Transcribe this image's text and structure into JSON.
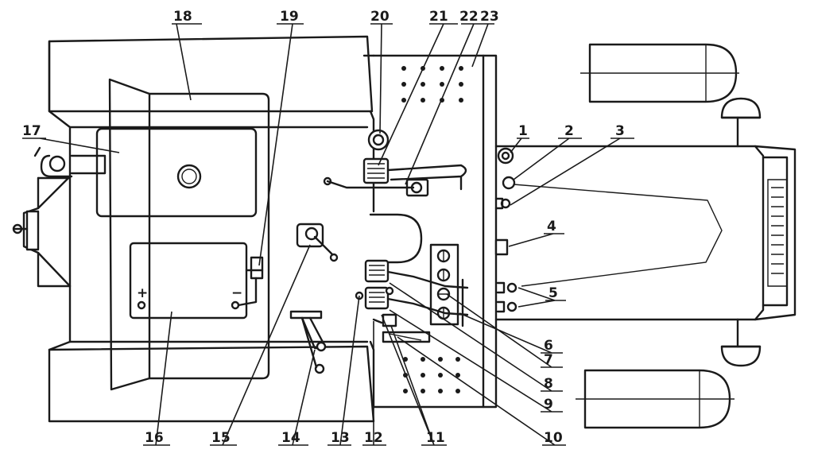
{
  "diagram": {
    "callouts": [
      {
        "id": "c1",
        "label": "1"
      },
      {
        "id": "c2",
        "label": "2"
      },
      {
        "id": "c3",
        "label": "3"
      },
      {
        "id": "c4",
        "label": "4"
      },
      {
        "id": "c5",
        "label": "5"
      },
      {
        "id": "c6",
        "label": "6"
      },
      {
        "id": "c7",
        "label": "7"
      },
      {
        "id": "c8",
        "label": "8"
      },
      {
        "id": "c9",
        "label": "9"
      },
      {
        "id": "c10",
        "label": "10"
      },
      {
        "id": "c11",
        "label": "11"
      },
      {
        "id": "c12",
        "label": "12"
      },
      {
        "id": "c13",
        "label": "13"
      },
      {
        "id": "c14",
        "label": "14"
      },
      {
        "id": "c15",
        "label": "15"
      },
      {
        "id": "c16",
        "label": "16"
      },
      {
        "id": "c17",
        "label": "17"
      },
      {
        "id": "c18",
        "label": "18"
      },
      {
        "id": "c19",
        "label": "19"
      },
      {
        "id": "c20",
        "label": "20"
      },
      {
        "id": "c21",
        "label": "21"
      },
      {
        "id": "c22",
        "label": "22"
      },
      {
        "id": "c23",
        "label": "23"
      }
    ],
    "battery_terminals": {
      "positive": "+",
      "negative": "−"
    }
  }
}
